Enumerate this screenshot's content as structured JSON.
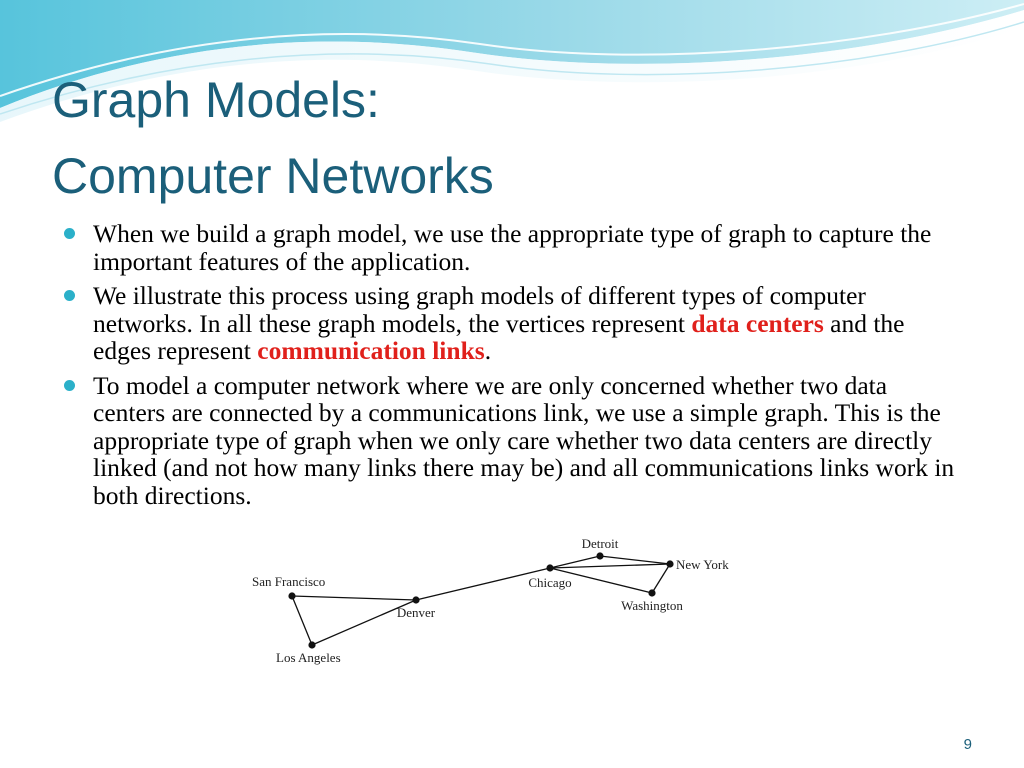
{
  "slide": {
    "title_line1": "Graph Models:",
    "title_line2": "Computer Networks",
    "page_number": "9",
    "accent_color": "#2bb0c9",
    "title_color": "#1b5f7a",
    "highlight_color": "#e0201b"
  },
  "bullets": [
    {
      "text": "When we build a graph model, we use the appropriate type of graph to capture the important features of the application."
    },
    {
      "before": "We illustrate this process using graph models of different types of computer networks. In all these graph models, the vertices represent ",
      "hl1": "data centers",
      "middle": " and the edges represent ",
      "hl2": "communication links",
      "after": "."
    },
    {
      "text": " To model a computer network where we are only concerned whether two data centers are connected by a communications link, we use a simple graph. This is the appropriate type of graph when we only care whether two data centers are directly linked (and not how many links there may be) and all communications links work in both directions."
    }
  ],
  "graph": {
    "nodes": [
      {
        "id": "sf",
        "label": "San Francisco"
      },
      {
        "id": "la",
        "label": "Los Angeles"
      },
      {
        "id": "den",
        "label": "Denver"
      },
      {
        "id": "chi",
        "label": "Chicago"
      },
      {
        "id": "det",
        "label": "Detroit"
      },
      {
        "id": "ny",
        "label": "New York"
      },
      {
        "id": "was",
        "label": "Washington"
      }
    ],
    "edges": [
      [
        "sf",
        "la"
      ],
      [
        "sf",
        "den"
      ],
      [
        "la",
        "den"
      ],
      [
        "den",
        "chi"
      ],
      [
        "chi",
        "det"
      ],
      [
        "chi",
        "ny"
      ],
      [
        "chi",
        "was"
      ],
      [
        "det",
        "ny"
      ],
      [
        "ny",
        "was"
      ]
    ]
  }
}
